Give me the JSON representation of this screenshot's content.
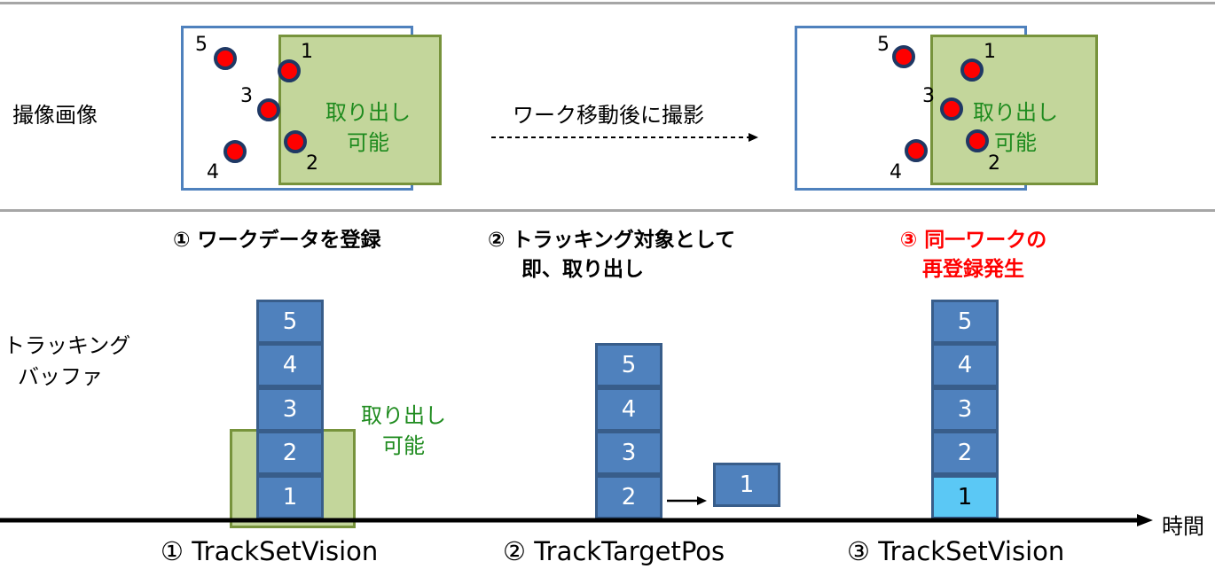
{
  "labels": {
    "captured_image": "撮像画像",
    "buffer_line1": "トラッキング",
    "buffer_line2": "バッファ",
    "time": "時間"
  },
  "pickable_line1": "取り出し",
  "pickable_line2": "可能",
  "move_caption": "ワーク移動後に撮影",
  "steps": [
    {
      "line1": "① ワークデータを登録",
      "line2": ""
    },
    {
      "line1": "② トラッキング対象として",
      "line2": "即、取り出し"
    },
    {
      "line1": "③ 同一ワークの",
      "line2": "再登録発生"
    }
  ],
  "bottom": [
    "① TrackSetVision",
    "② TrackTargetPos",
    "③ TrackSetVision"
  ],
  "points": [
    "1",
    "2",
    "3",
    "4",
    "5"
  ],
  "buffers": [
    {
      "cells": [
        "5",
        "4",
        "3",
        "2",
        "1"
      ],
      "new": []
    },
    {
      "cells": [
        "5",
        "4",
        "3",
        "2"
      ],
      "removed": "1"
    },
    {
      "cells": [
        "5",
        "4",
        "3",
        "2",
        "1"
      ],
      "new": [
        "1"
      ]
    }
  ],
  "colors": {
    "alert": "#ff0000",
    "pickable": "#1e8b1e",
    "cell": "#4f81bd",
    "new_cell": "#5bc8f5"
  }
}
